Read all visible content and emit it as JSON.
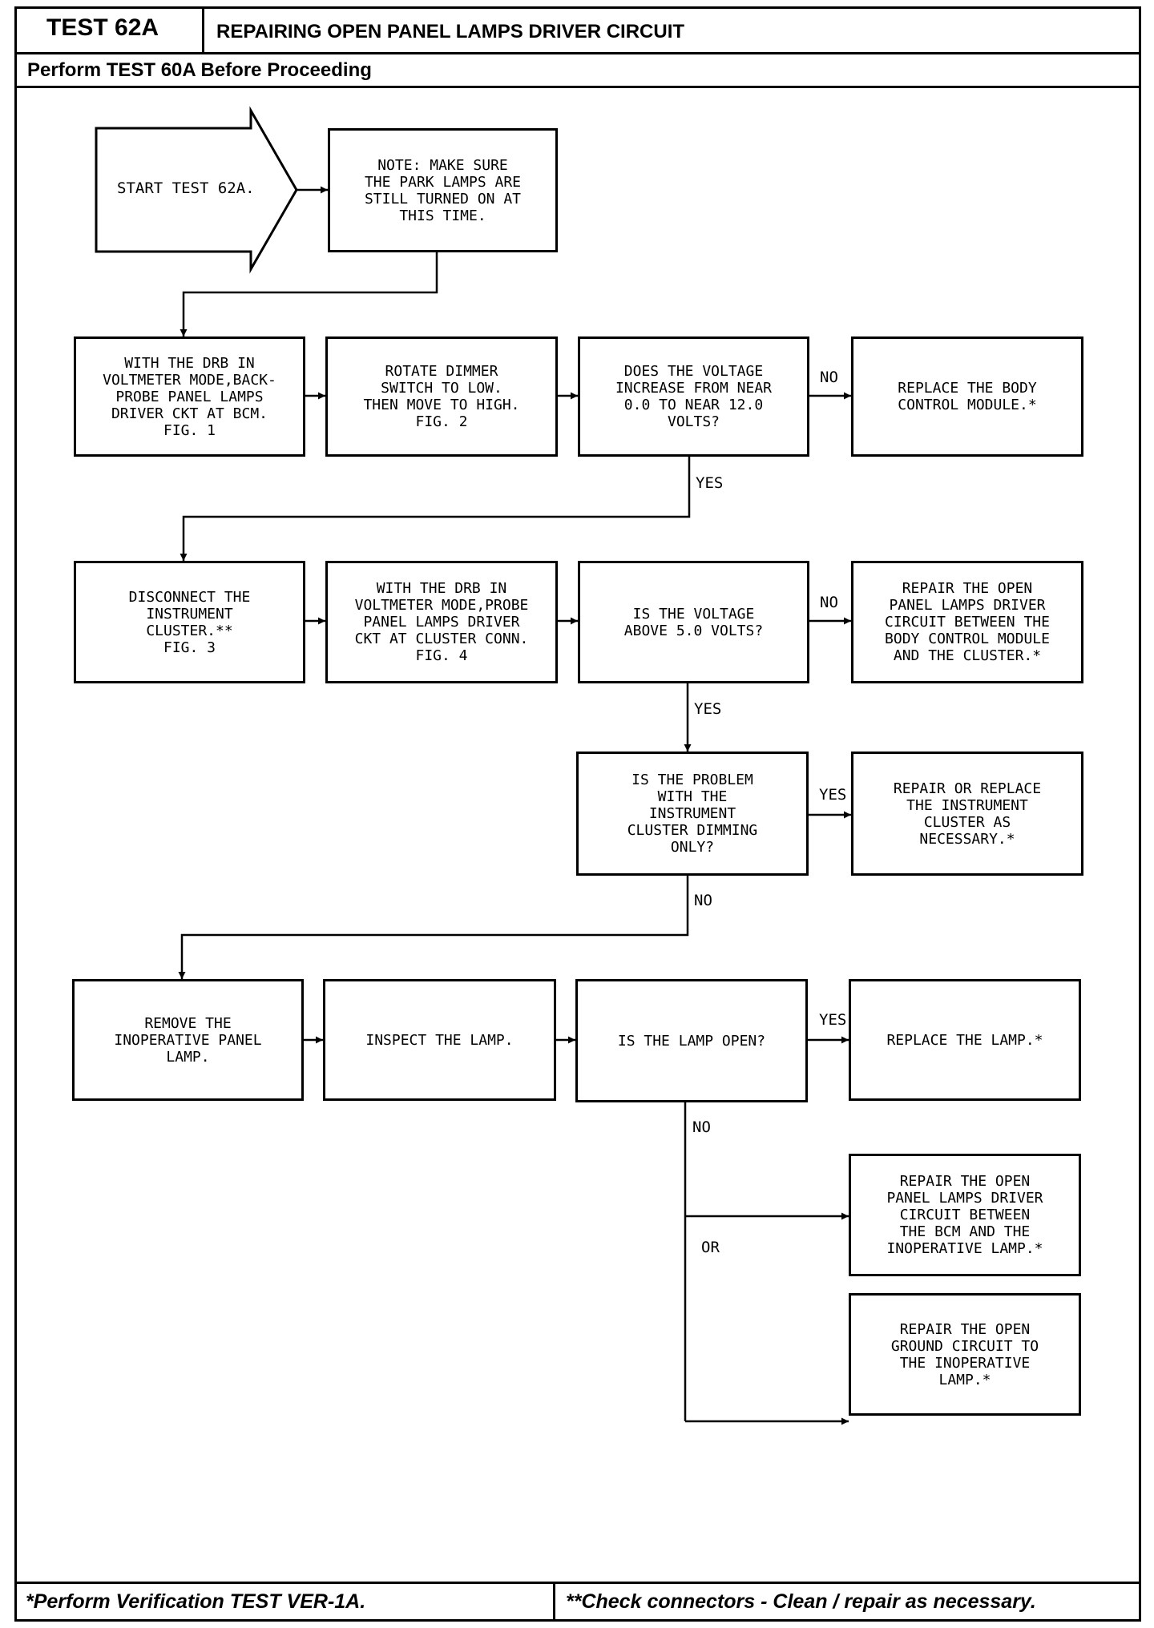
{
  "header": {
    "test_id": "TEST 62A",
    "title": "REPAIRING OPEN PANEL LAMPS DRIVER CIRCUIT",
    "prerequisite": "Perform TEST 60A Before Proceeding"
  },
  "nodes": {
    "start": "START TEST 62A.",
    "note": [
      "NOTE: MAKE SURE",
      "THE PARK LAMPS ARE",
      "STILL TURNED ON AT",
      "THIS TIME."
    ],
    "drb_bcm": [
      "WITH THE DRB IN",
      "VOLTMETER MODE,BACK-",
      "PROBE PANEL LAMPS",
      "DRIVER CKT AT BCM.",
      "FIG. 1"
    ],
    "rotate": [
      "ROTATE DIMMER",
      "SWITCH TO LOW.",
      "THEN MOVE TO HIGH.",
      "",
      "FIG. 2"
    ],
    "voltage_q": [
      "DOES THE VOLTAGE",
      "INCREASE FROM NEAR",
      "0.0 TO NEAR 12.0",
      "VOLTS?"
    ],
    "replace_bcm": [
      "REPLACE THE BODY",
      "CONTROL MODULE.*"
    ],
    "disconnect": [
      "DISCONNECT THE",
      "INSTRUMENT",
      "CLUSTER.**",
      "",
      "FIG. 3"
    ],
    "drb_cluster": [
      "WITH THE DRB IN",
      "VOLTMETER MODE,PROBE",
      "PANEL LAMPS DRIVER",
      "CKT AT CLUSTER CONN.",
      "FIG. 4"
    ],
    "above5_q": [
      "IS THE VOLTAGE",
      "ABOVE 5.0 VOLTS?"
    ],
    "repair_driver": [
      "REPAIR THE OPEN",
      "PANEL LAMPS DRIVER",
      "CIRCUIT BETWEEN THE",
      "BODY CONTROL MODULE",
      "AND THE CLUSTER.*"
    ],
    "dimming_q": [
      "IS THE PROBLEM",
      "WITH THE",
      "INSTRUMENT",
      "CLUSTER DIMMING",
      "ONLY?"
    ],
    "repair_cluster": [
      "REPAIR OR REPLACE",
      "THE INSTRUMENT",
      "CLUSTER AS",
      "NECESSARY.*"
    ],
    "remove_lamp": [
      "REMOVE THE",
      "INOPERATIVE PANEL",
      "LAMP."
    ],
    "inspect_lamp": "INSPECT THE LAMP.",
    "lamp_open_q": "IS THE LAMP OPEN?",
    "replace_lamp": "REPLACE THE LAMP.*",
    "repair_bcm_lamp": [
      "REPAIR THE OPEN",
      "PANEL LAMPS DRIVER",
      "CIRCUIT BETWEEN",
      "THE BCM AND THE",
      "INOPERATIVE LAMP.*"
    ],
    "repair_ground": [
      "REPAIR THE OPEN",
      "GROUND CIRCUIT TO",
      "THE INOPERATIVE",
      "LAMP.*"
    ]
  },
  "edge_labels": {
    "no1": "NO",
    "yes1": "YES",
    "no2": "NO",
    "yes2": "YES",
    "yes3": "YES",
    "no3": "NO",
    "yes4": "YES",
    "no4": "NO",
    "or": "OR"
  },
  "footer": {
    "left": "*Perform Verification TEST VER-1A.",
    "right": "**Check connectors - Clean / repair as necessary."
  }
}
